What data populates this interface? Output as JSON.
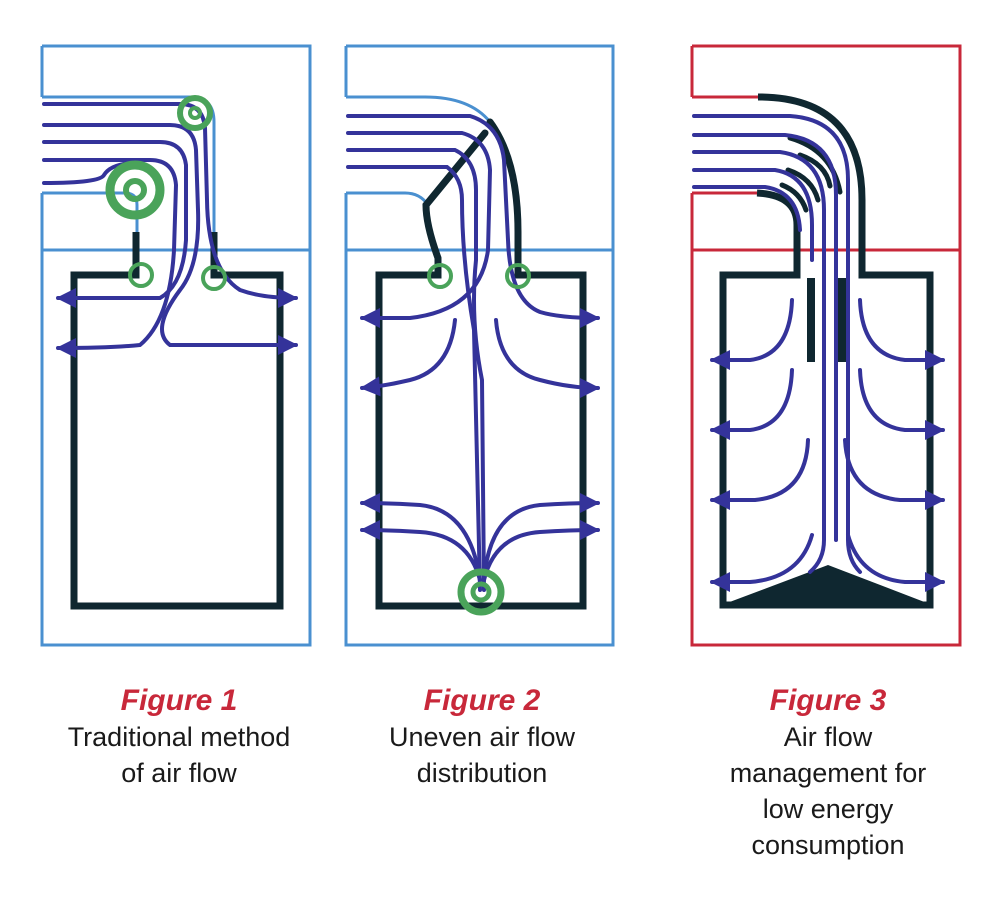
{
  "colors": {
    "frame_blue": "#4a90d0",
    "frame_red": "#c8283a",
    "cabinet": "#0f2730",
    "flow": "#34339a",
    "vortex": "#4aa35a",
    "title_red": "#c8283a",
    "text": "#1a1a1a"
  },
  "figures": [
    {
      "title": "Figure 1",
      "desc": [
        "Traditional method",
        "of air flow"
      ]
    },
    {
      "title": "Figure 2",
      "desc": [
        "Uneven air flow",
        "distribution"
      ]
    },
    {
      "title": "Figure 3",
      "desc": [
        "Air flow",
        "management for",
        "low energy",
        "consumption"
      ]
    }
  ]
}
